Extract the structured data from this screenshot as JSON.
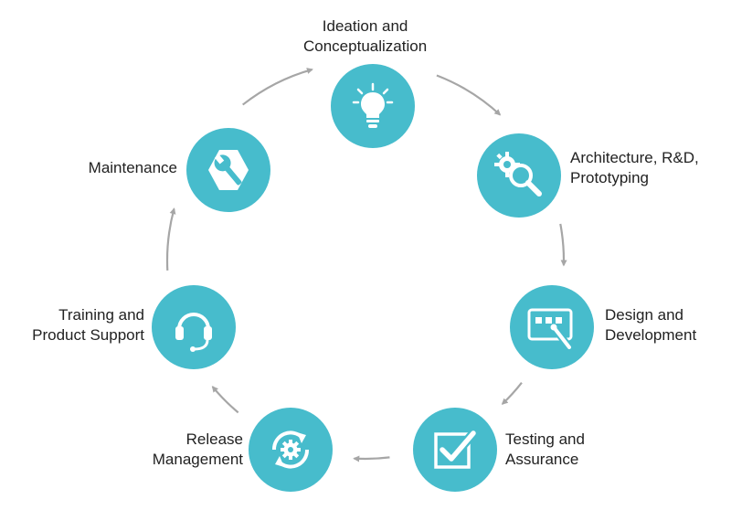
{
  "colors": {
    "node": "#47bccc",
    "arrow": "#a6a6a6",
    "icon": "#ffffff",
    "text": "#222222"
  },
  "steps": [
    {
      "icon": "lightbulb-icon",
      "label": [
        "Ideation and",
        "Conceptualization"
      ]
    },
    {
      "icon": "gear-magnifier-icon",
      "label": [
        "Architecture, R&D,",
        "Prototyping"
      ]
    },
    {
      "icon": "tablet-brush-icon",
      "label": [
        "Design and",
        "Development"
      ]
    },
    {
      "icon": "checkbox-icon",
      "label": [
        "Testing and",
        "Assurance"
      ]
    },
    {
      "icon": "gear-refresh-icon",
      "label": [
        "Release",
        "Management"
      ]
    },
    {
      "icon": "headset-icon",
      "label": [
        "Training and",
        "Product Support"
      ]
    },
    {
      "icon": "wrench-hexagon-icon",
      "label": [
        "Maintenance"
      ]
    }
  ]
}
